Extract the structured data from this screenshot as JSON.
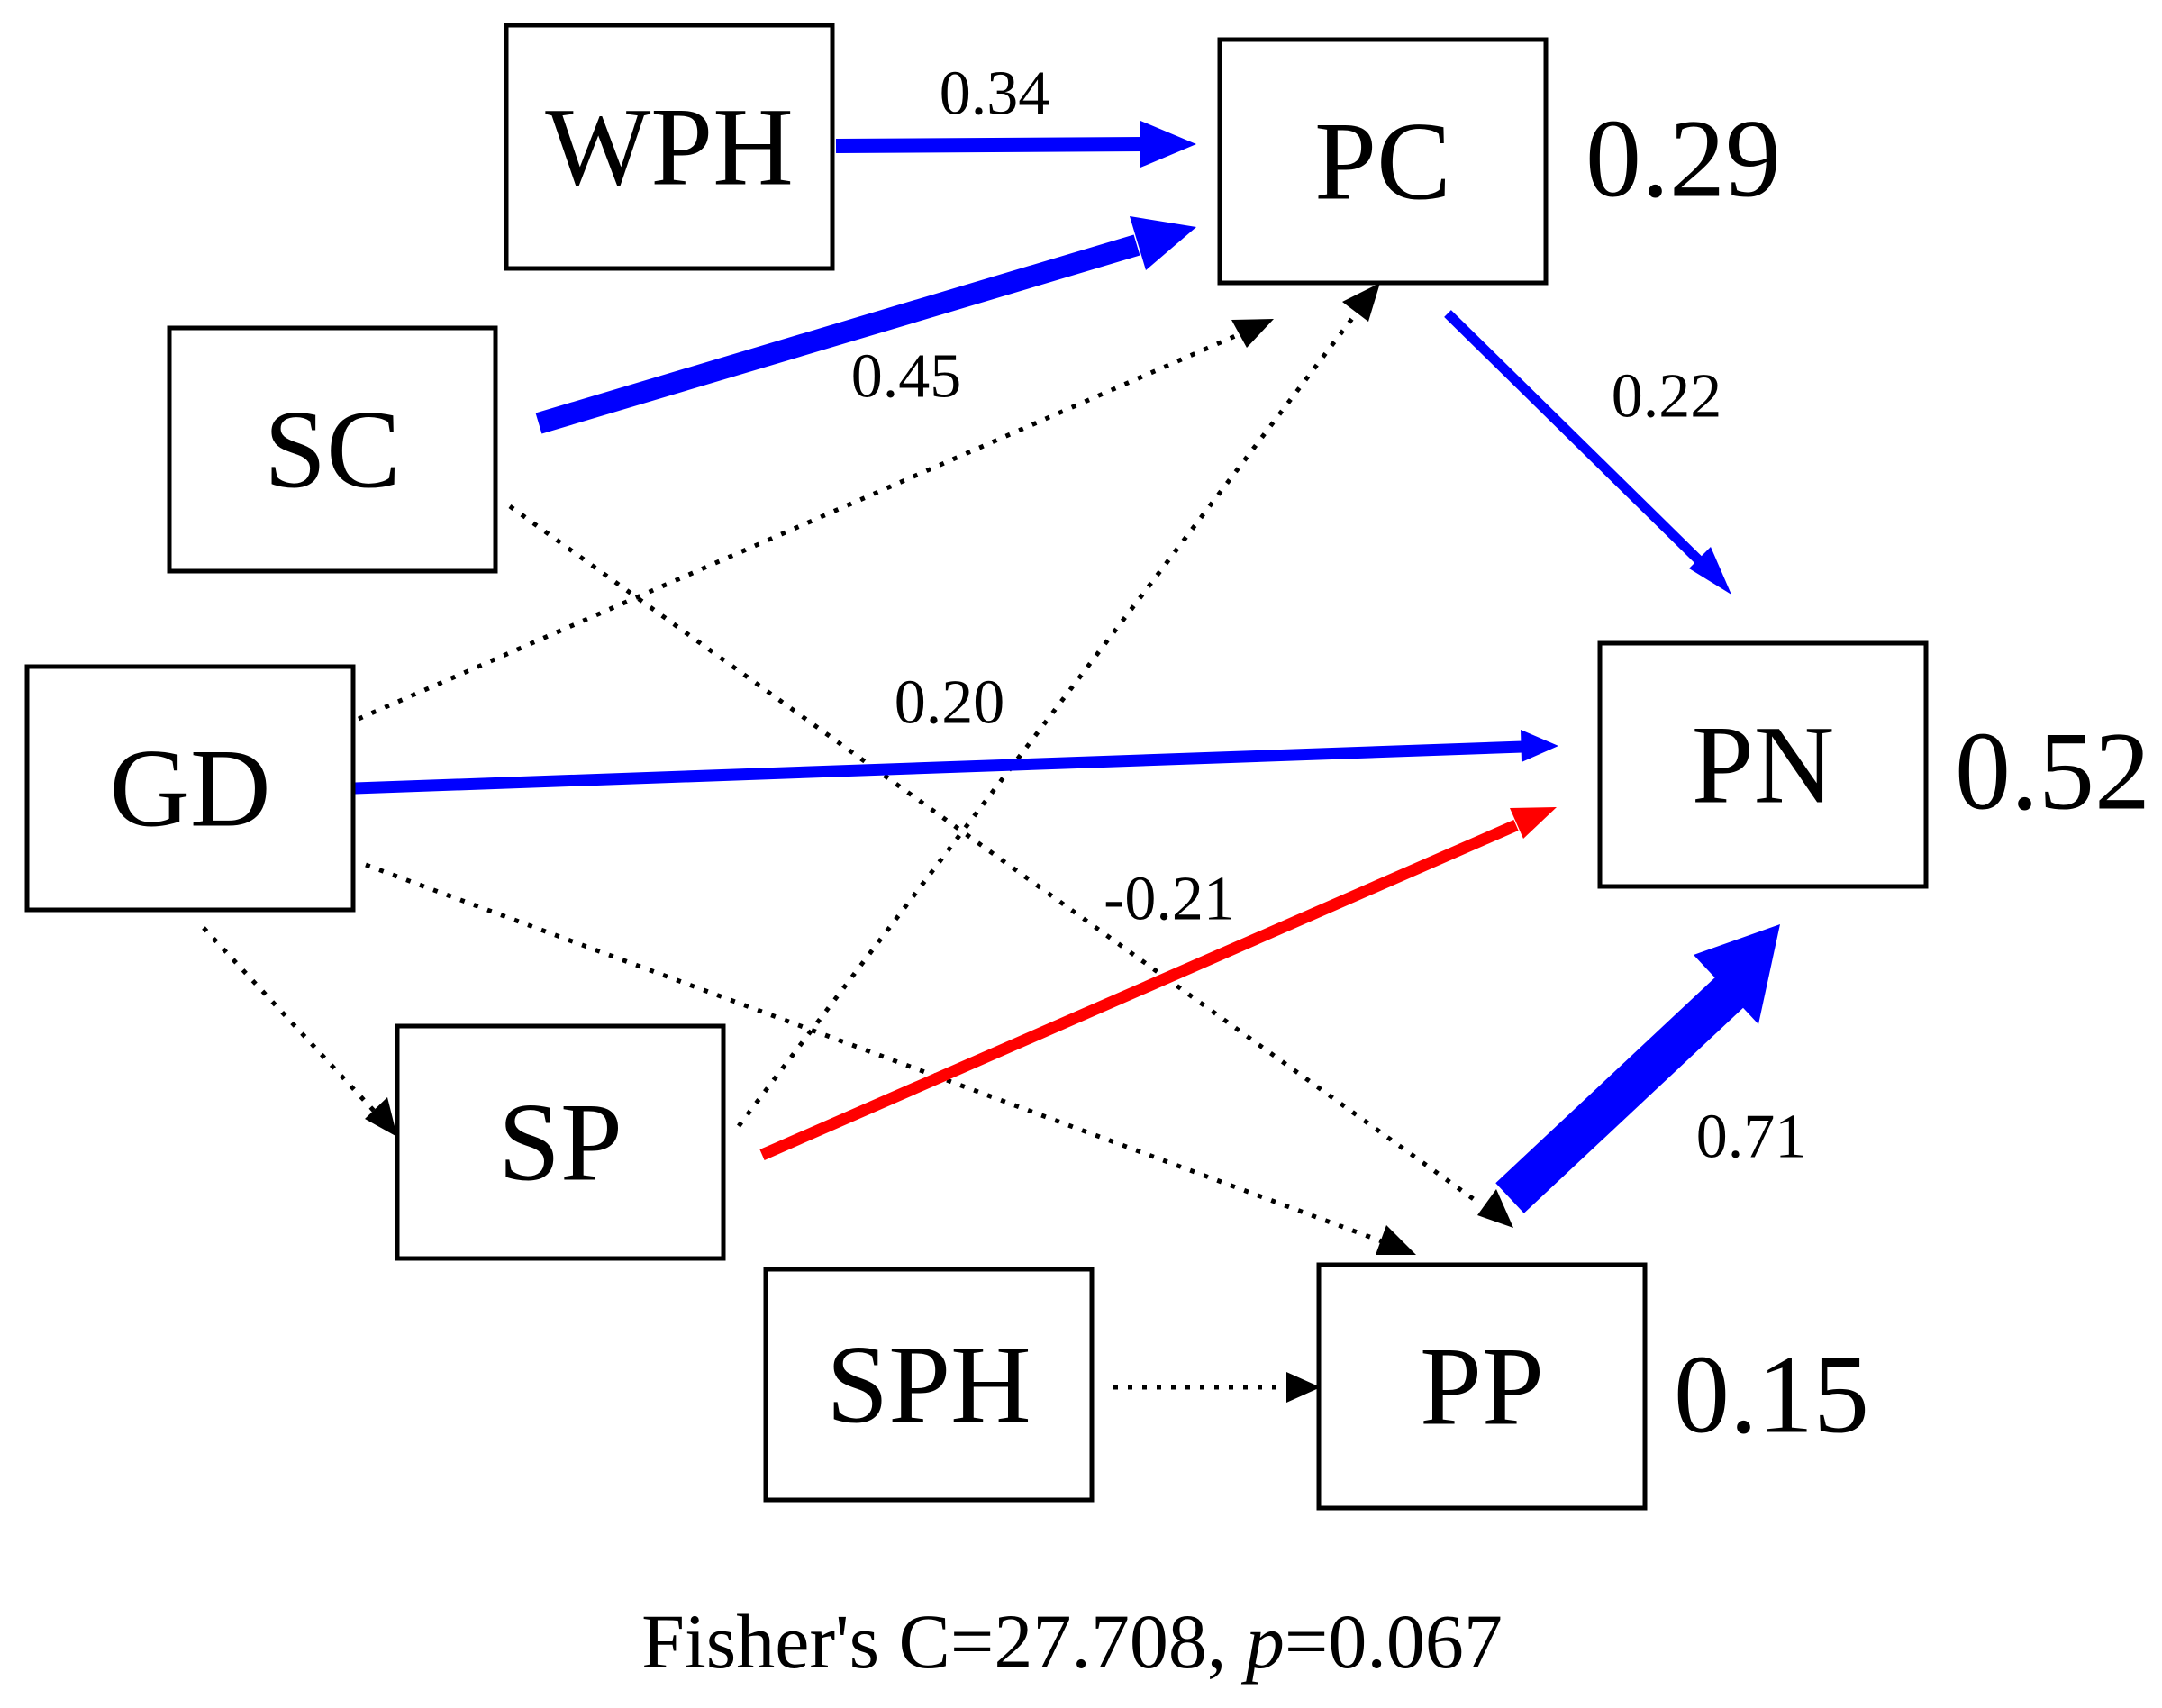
{
  "nodes": {
    "wph": {
      "label": "WPH"
    },
    "pc": {
      "label": "PC"
    },
    "sc": {
      "label": "SC"
    },
    "gd": {
      "label": "GD"
    },
    "pn": {
      "label": "PN"
    },
    "sp": {
      "label": "SP"
    },
    "sph": {
      "label": "SPH"
    },
    "pp": {
      "label": "PP"
    }
  },
  "r2": {
    "pc": "0.29",
    "pn": "0.52",
    "pp": "0.15"
  },
  "paths": {
    "wph_pc": {
      "coef": "0.34",
      "sign": "positive",
      "significant": true
    },
    "sc_pc": {
      "coef": "0.45",
      "sign": "positive",
      "significant": true
    },
    "pc_pn": {
      "coef": "0.22",
      "sign": "positive",
      "significant": true
    },
    "gd_pn": {
      "coef": "0.20",
      "sign": "positive",
      "significant": true
    },
    "sp_pn": {
      "coef": "-0.21",
      "sign": "negative",
      "significant": true
    },
    "pp_pn": {
      "coef": "0.71",
      "sign": "positive",
      "significant": true
    },
    "gd_pc": {
      "significant": false
    },
    "sp_pc": {
      "significant": false
    },
    "sc_pp": {
      "significant": false
    },
    "gd_pp": {
      "significant": false
    },
    "gd_sp": {
      "significant": false
    },
    "sph_pp": {
      "significant": false
    }
  },
  "colors": {
    "positive": "#0000ff",
    "negative": "#ff0000",
    "nonsignificant": "#000000"
  },
  "fit": {
    "prefix": "Fisher's  C=27.708, ",
    "p_symbol": "p",
    "suffix": "=0.067"
  }
}
